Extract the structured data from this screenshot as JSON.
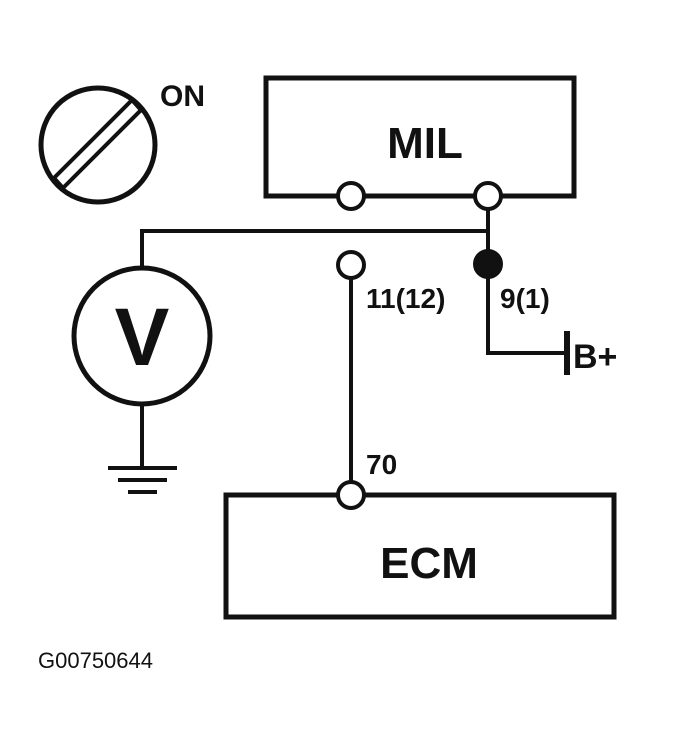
{
  "ignition_switch": {
    "position_label": "ON"
  },
  "mil": {
    "label": "MIL"
  },
  "voltmeter": {
    "symbol": "V"
  },
  "ecm": {
    "label": "ECM"
  },
  "pins": {
    "mil_signal": "11(12)",
    "mil_power": "9(1)",
    "ecm_pin": "70"
  },
  "supply": {
    "label": "B+"
  },
  "figure_id": "G00750644",
  "colors": {
    "ink": "#111111",
    "background": "#ffffff"
  }
}
